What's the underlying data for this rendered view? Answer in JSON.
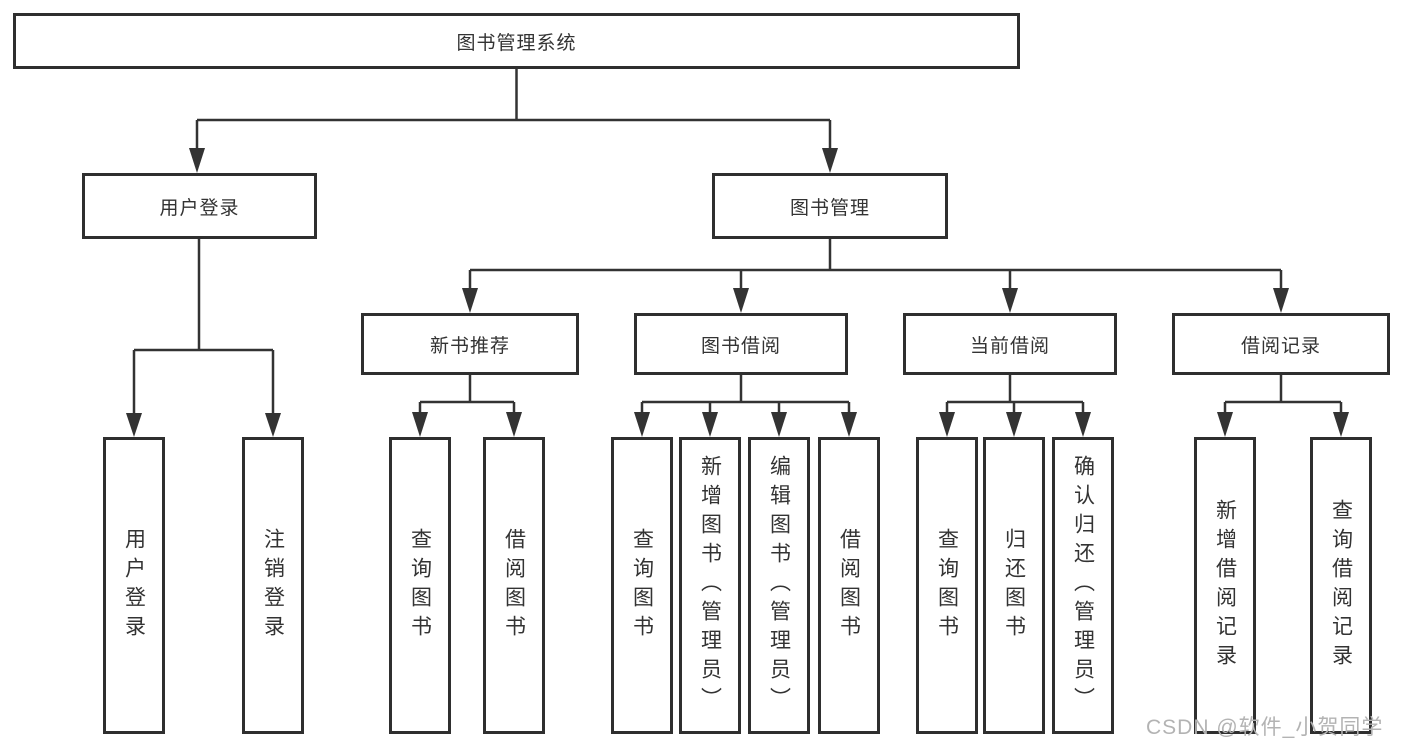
{
  "diagram": {
    "root": {
      "label": "图书管理系统"
    },
    "level2": [
      {
        "label": "用户登录"
      },
      {
        "label": "图书管理"
      }
    ],
    "level3": [
      {
        "label": "新书推荐"
      },
      {
        "label": "图书借阅"
      },
      {
        "label": "当前借阅"
      },
      {
        "label": "借阅记录"
      }
    ],
    "leaves": [
      {
        "label": "用户登录"
      },
      {
        "label": "注销登录"
      },
      {
        "label": "查询图书"
      },
      {
        "label": "借阅图书"
      },
      {
        "label": "查询图书"
      },
      {
        "label": "新增图书（管理员）"
      },
      {
        "label": "编辑图书（管理员）"
      },
      {
        "label": "借阅图书"
      },
      {
        "label": "查询图书"
      },
      {
        "label": "归还图书"
      },
      {
        "label": "确认归还（管理员）"
      },
      {
        "label": "新增借阅记录"
      },
      {
        "label": "查询借阅记录"
      }
    ]
  },
  "watermark": {
    "text": "CSDN @软件_小贺同学"
  },
  "colors": {
    "line": "#333333",
    "box_border": "#2f2f2f",
    "text": "#333333",
    "watermark": "#b3b3b3",
    "background": "#ffffff"
  }
}
